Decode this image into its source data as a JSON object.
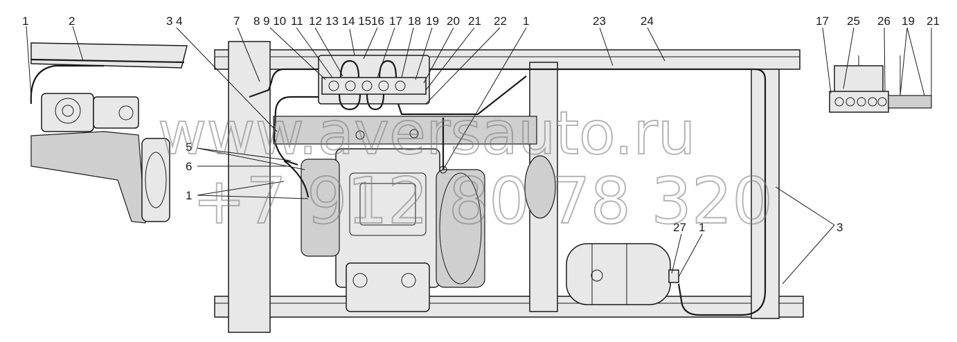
{
  "callouts": {
    "c1_left": "1",
    "c2": "2",
    "c34": "3 4",
    "c7": "7",
    "c8910": "8 9 10",
    "c11": "11",
    "c12": "12",
    "c131415": "13 14 15",
    "c16": "16",
    "c17": "17",
    "c18": "18",
    "c19": "19",
    "c20": "20",
    "c21": "21",
    "c22": "22",
    "c1_mid": "1",
    "c23": "23",
    "c24": "24",
    "c17b": "17",
    "c25": "25",
    "c26": "26",
    "c19b": "19",
    "c21b": "21",
    "c5": "5",
    "c6": "6",
    "c1_low": "1",
    "c27": "27",
    "c1_tank": "1",
    "c3": "3"
  },
  "watermark": {
    "line1": "www.aversauto.ru",
    "line2": "+7 912 80 78 320"
  },
  "colors": {
    "line": "#1a1a1a",
    "fill": "#e8e8e8",
    "shade": "#cfcfcf",
    "watermark": "#7a7a7a"
  }
}
